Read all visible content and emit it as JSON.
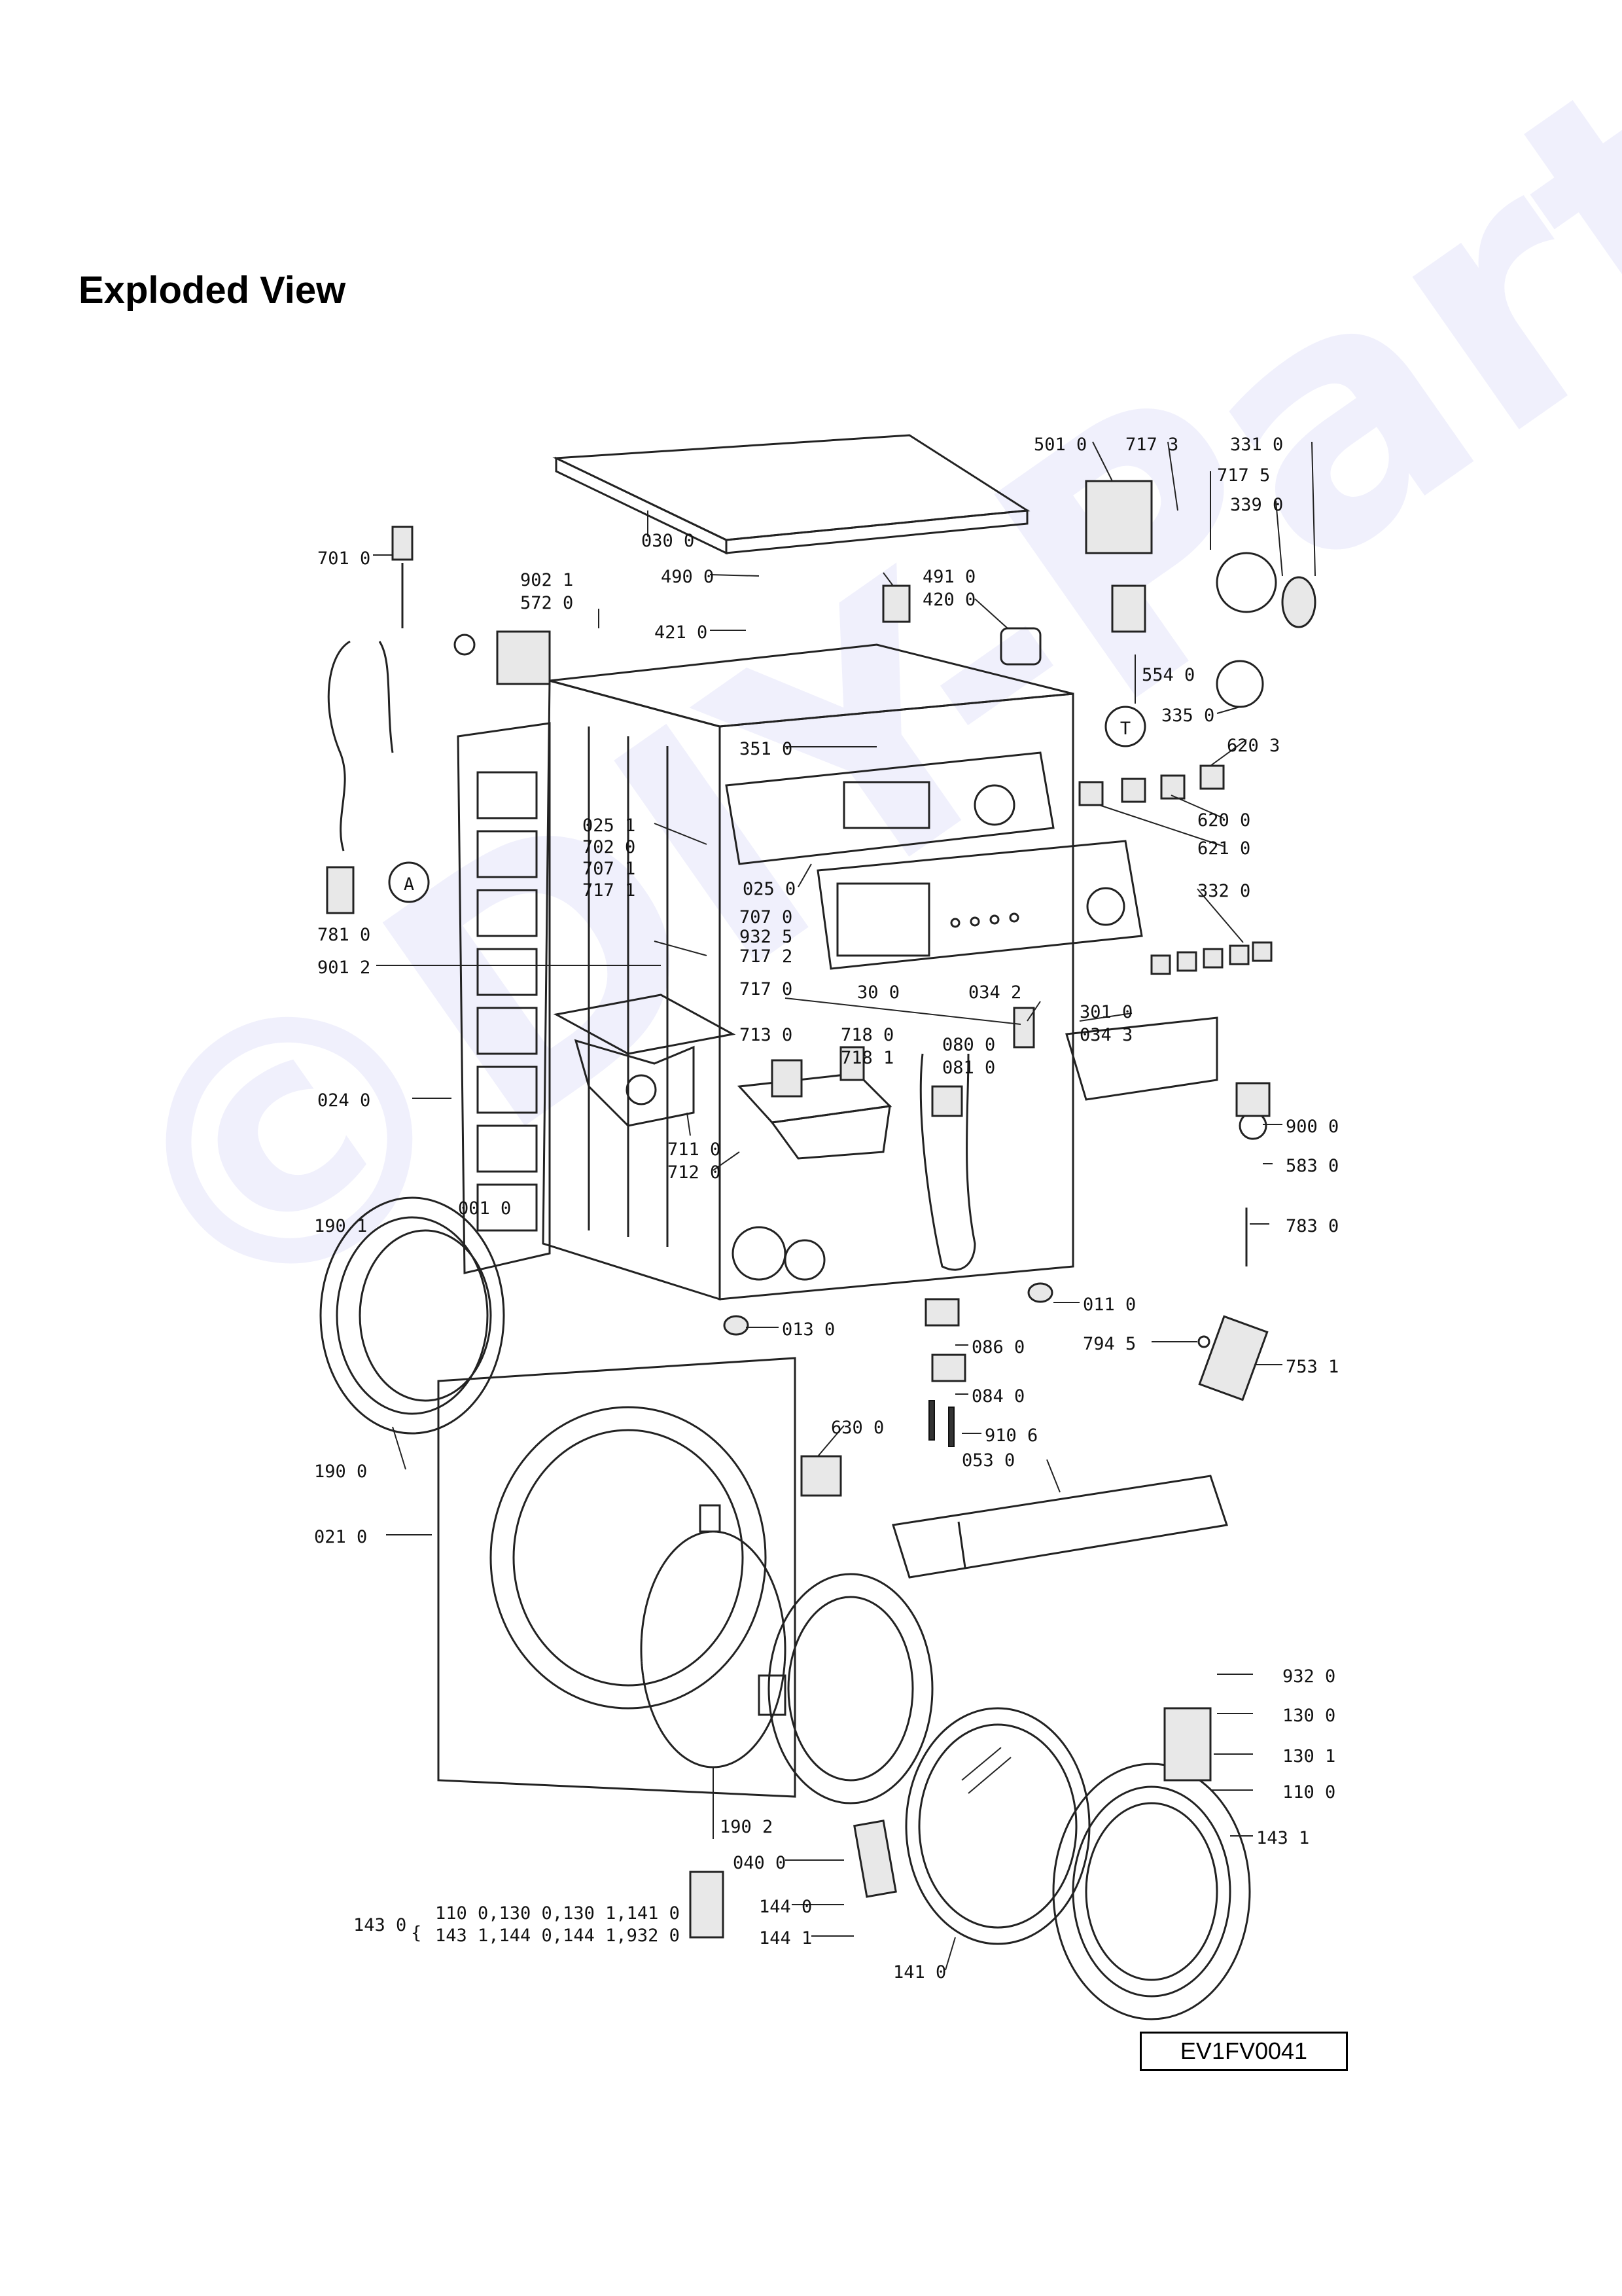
{
  "heading": "Exploded View",
  "watermark": "©DIY-Parts.cz",
  "reference_code": "EV1FV0041",
  "callout_markers": [
    "A",
    "T"
  ],
  "labels": [
    "501 0",
    "717 3",
    "331 0",
    "717 5",
    "339 0",
    "030 0",
    "701 0",
    "490 0",
    "491 0",
    "902 1",
    "572 0",
    "420 0",
    "421 0",
    "554 0",
    "335 0",
    "351 0",
    "620 3",
    "025 1",
    "702 0",
    "707 1",
    "717 1",
    "707 0",
    "932 5",
    "620 0",
    "621 0",
    "025 0",
    "332 0",
    "901 2",
    "717 2",
    "717 0",
    "30 0",
    "034 2",
    "781 0",
    "301 0",
    "034 3",
    "713 0",
    "718 0",
    "718 1",
    "080 0",
    "081 0",
    "024 0",
    "900 0",
    "583 0",
    "711 0",
    "712 0",
    "190 1",
    "001 0",
    "783 0",
    "011 0",
    "013 0",
    "086 0",
    "794 5",
    "753 1",
    "084 0",
    "630 0",
    "910 6",
    "053 0",
    "190 0",
    "021 0",
    "932 0",
    "130 0",
    "130 1",
    "110 0",
    "190 2",
    "040 0",
    "143 1",
    "144 0",
    "144 1",
    "141 0",
    "143 0"
  ],
  "kit_list": {
    "id": "143 0",
    "line1": "110 0,130 0,130 1,141 0",
    "line2": "143 1,144 0,144 1,932 0"
  }
}
